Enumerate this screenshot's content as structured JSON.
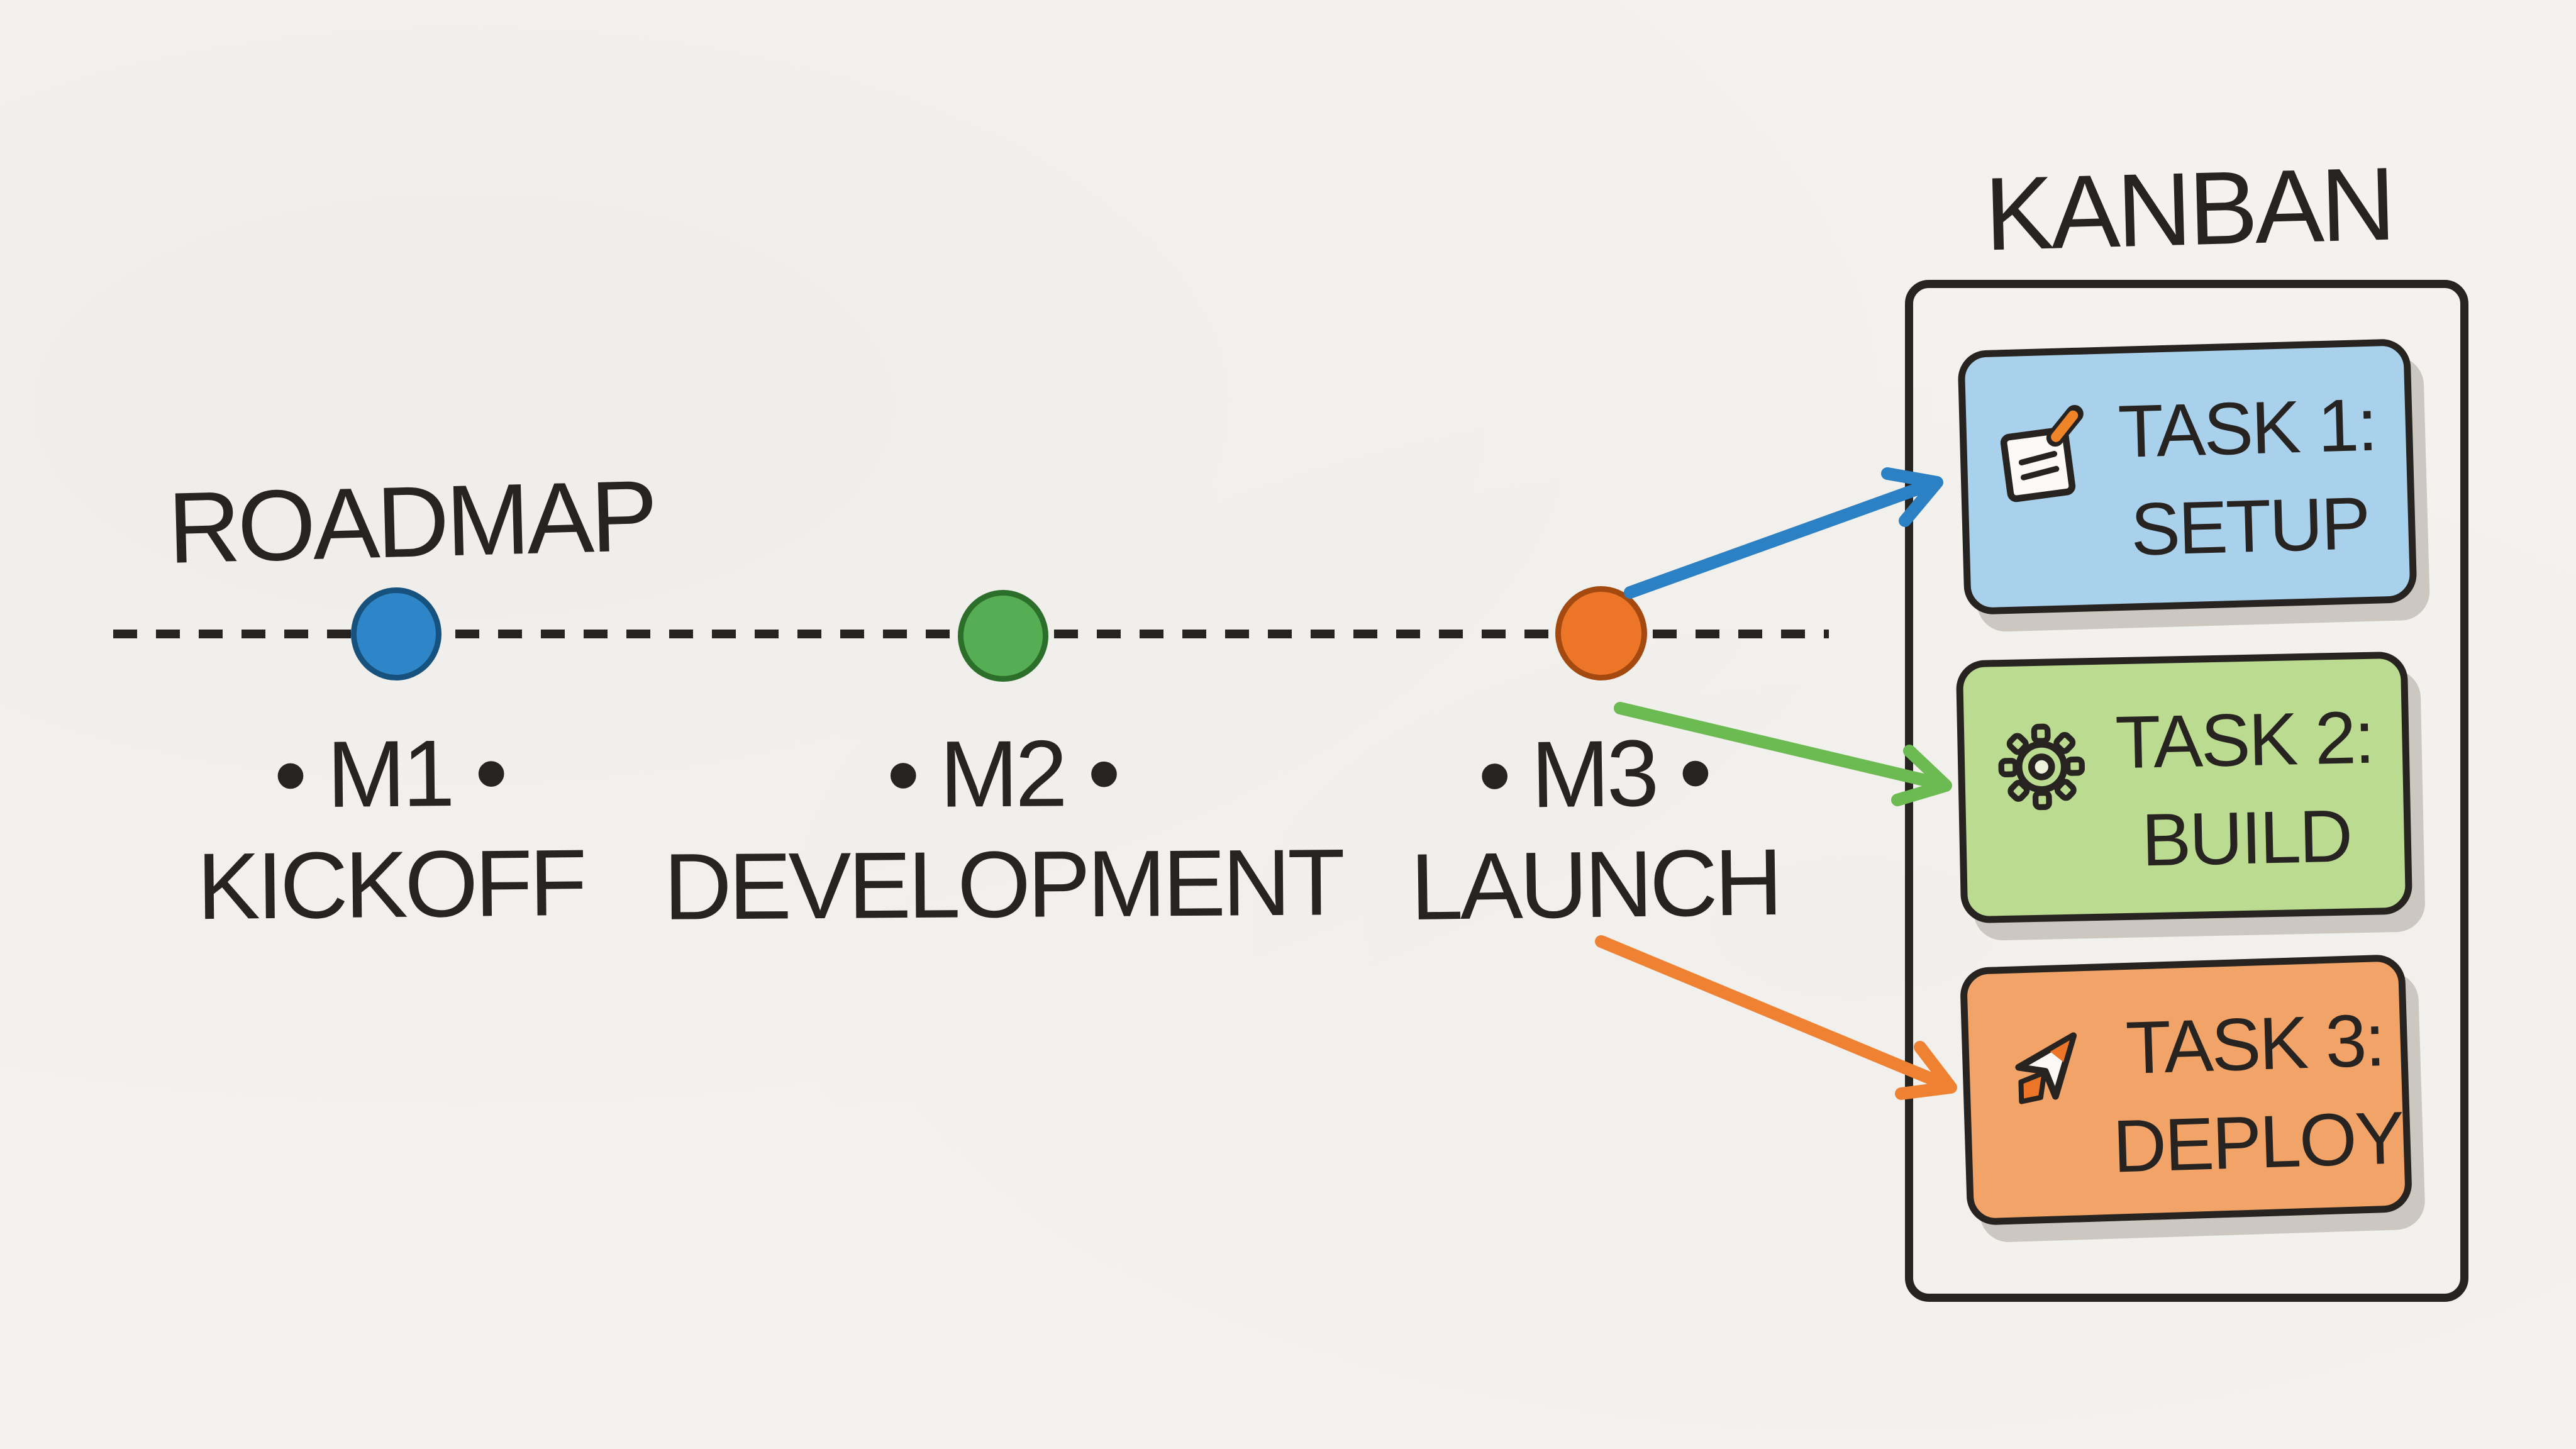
{
  "roadmap": {
    "title": "ROADMAP",
    "milestones": [
      {
        "label": "• M1 •",
        "name": "KICKOFF",
        "dot_color": "#2e86c8"
      },
      {
        "label": "• M2 •",
        "name": "DEVELOPMENT",
        "dot_color": "#55ae53"
      },
      {
        "label": "• M3 •",
        "name": "LAUNCH",
        "dot_color": "#ec7527"
      }
    ]
  },
  "kanban": {
    "title": "KANBAN",
    "cards": [
      {
        "title": "TASK 1:",
        "subtitle": "SETUP",
        "icon": "memo-icon",
        "color": "#a9d1eb"
      },
      {
        "title": "TASK 2:",
        "subtitle": "BUILD",
        "icon": "gear-icon",
        "color": "#bbdb90"
      },
      {
        "title": "TASK 3:",
        "subtitle": "DEPLOY",
        "icon": "rocket-icon",
        "color": "#f2a468"
      }
    ]
  },
  "connections": [
    {
      "from": "M3 LAUNCH",
      "to": "TASK 1: SETUP",
      "color": "#2c80c4"
    },
    {
      "from": "M3 LAUNCH",
      "to": "TASK 2: BUILD",
      "color": "#6cbb52"
    },
    {
      "from": "M3 LAUNCH",
      "to": "TASK 3: DEPLOY",
      "color": "#ef8232"
    }
  ],
  "colors": {
    "paper": "#f4f2ee",
    "ink": "#262320",
    "blue_dot": "#2e86c8",
    "blue_dot_border": "#17527f",
    "green_dot": "#55ae53",
    "green_dot_border": "#2c6f2a",
    "orange_dot": "#ec7527",
    "orange_dot_border": "#a4490f",
    "blue_arrow": "#2c80c4",
    "green_arrow": "#6cbb52",
    "orange_arrow": "#ef8232",
    "card1_bg": "#a9d1eb",
    "card2_bg": "#bbdb90",
    "card3_bg": "#f2a468",
    "card_shadow": "#ccc8c1",
    "pencil_orange": "#f08429",
    "icon_paper": "#fbfaf7",
    "gear_center": "#edf3dd"
  }
}
